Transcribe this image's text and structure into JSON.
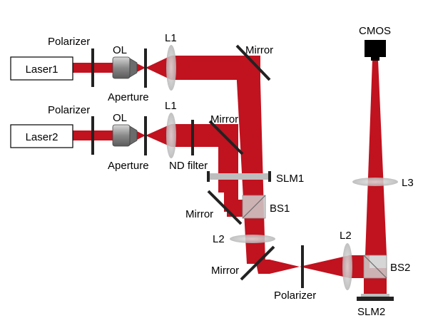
{
  "colors": {
    "beam": "#c1121f",
    "element": "#222222",
    "lens": "#c9c9c9",
    "slm_plate": "#bdbdbd",
    "beamsplitter": "#cccccc"
  },
  "sources": {
    "laser1": "Laser1",
    "laser2": "Laser2"
  },
  "labels": {
    "polarizer_1": "Polarizer",
    "polarizer_2": "Polarizer",
    "polarizer_3": "Polarizer",
    "ol_1": "OL",
    "ol_2": "OL",
    "aperture_1": "Aperture",
    "aperture_2": "Aperture",
    "l1_1": "L1",
    "l1_2": "L1",
    "l2_1": "L2",
    "l2_2": "L2",
    "l3": "L3",
    "nd_filter": "ND filter",
    "mirror_1": "Mirror",
    "mirror_2": "Mirror",
    "mirror_3": "Mirror",
    "mirror_4": "Mirror",
    "slm1": "SLM1",
    "slm2": "SLM2",
    "bs1": "BS1",
    "bs2": "BS2",
    "cmos": "CMOS"
  }
}
